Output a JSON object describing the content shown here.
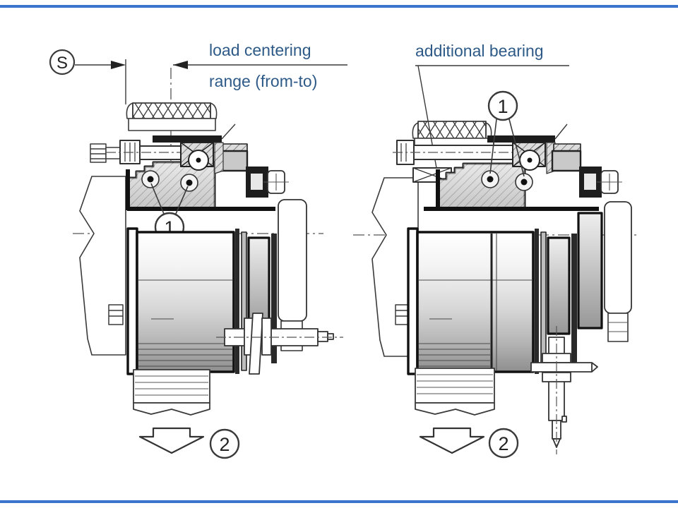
{
  "figure": {
    "type": "technical-sectional-diagram",
    "subject": "rope drum with gearbox - load centering and additional bearing variants",
    "labels": {
      "load_centering_line1": "load centering",
      "load_centering_line2": "range (from-to)",
      "additional_bearing": "additional bearing"
    },
    "callouts": {
      "s_marker": "S",
      "bearing": "1",
      "rope_exit": "2"
    },
    "colors": {
      "label_text": "#2e5a88",
      "page_rule": "#3b74cc",
      "drawing_line": "#3a3a3a"
    }
  }
}
